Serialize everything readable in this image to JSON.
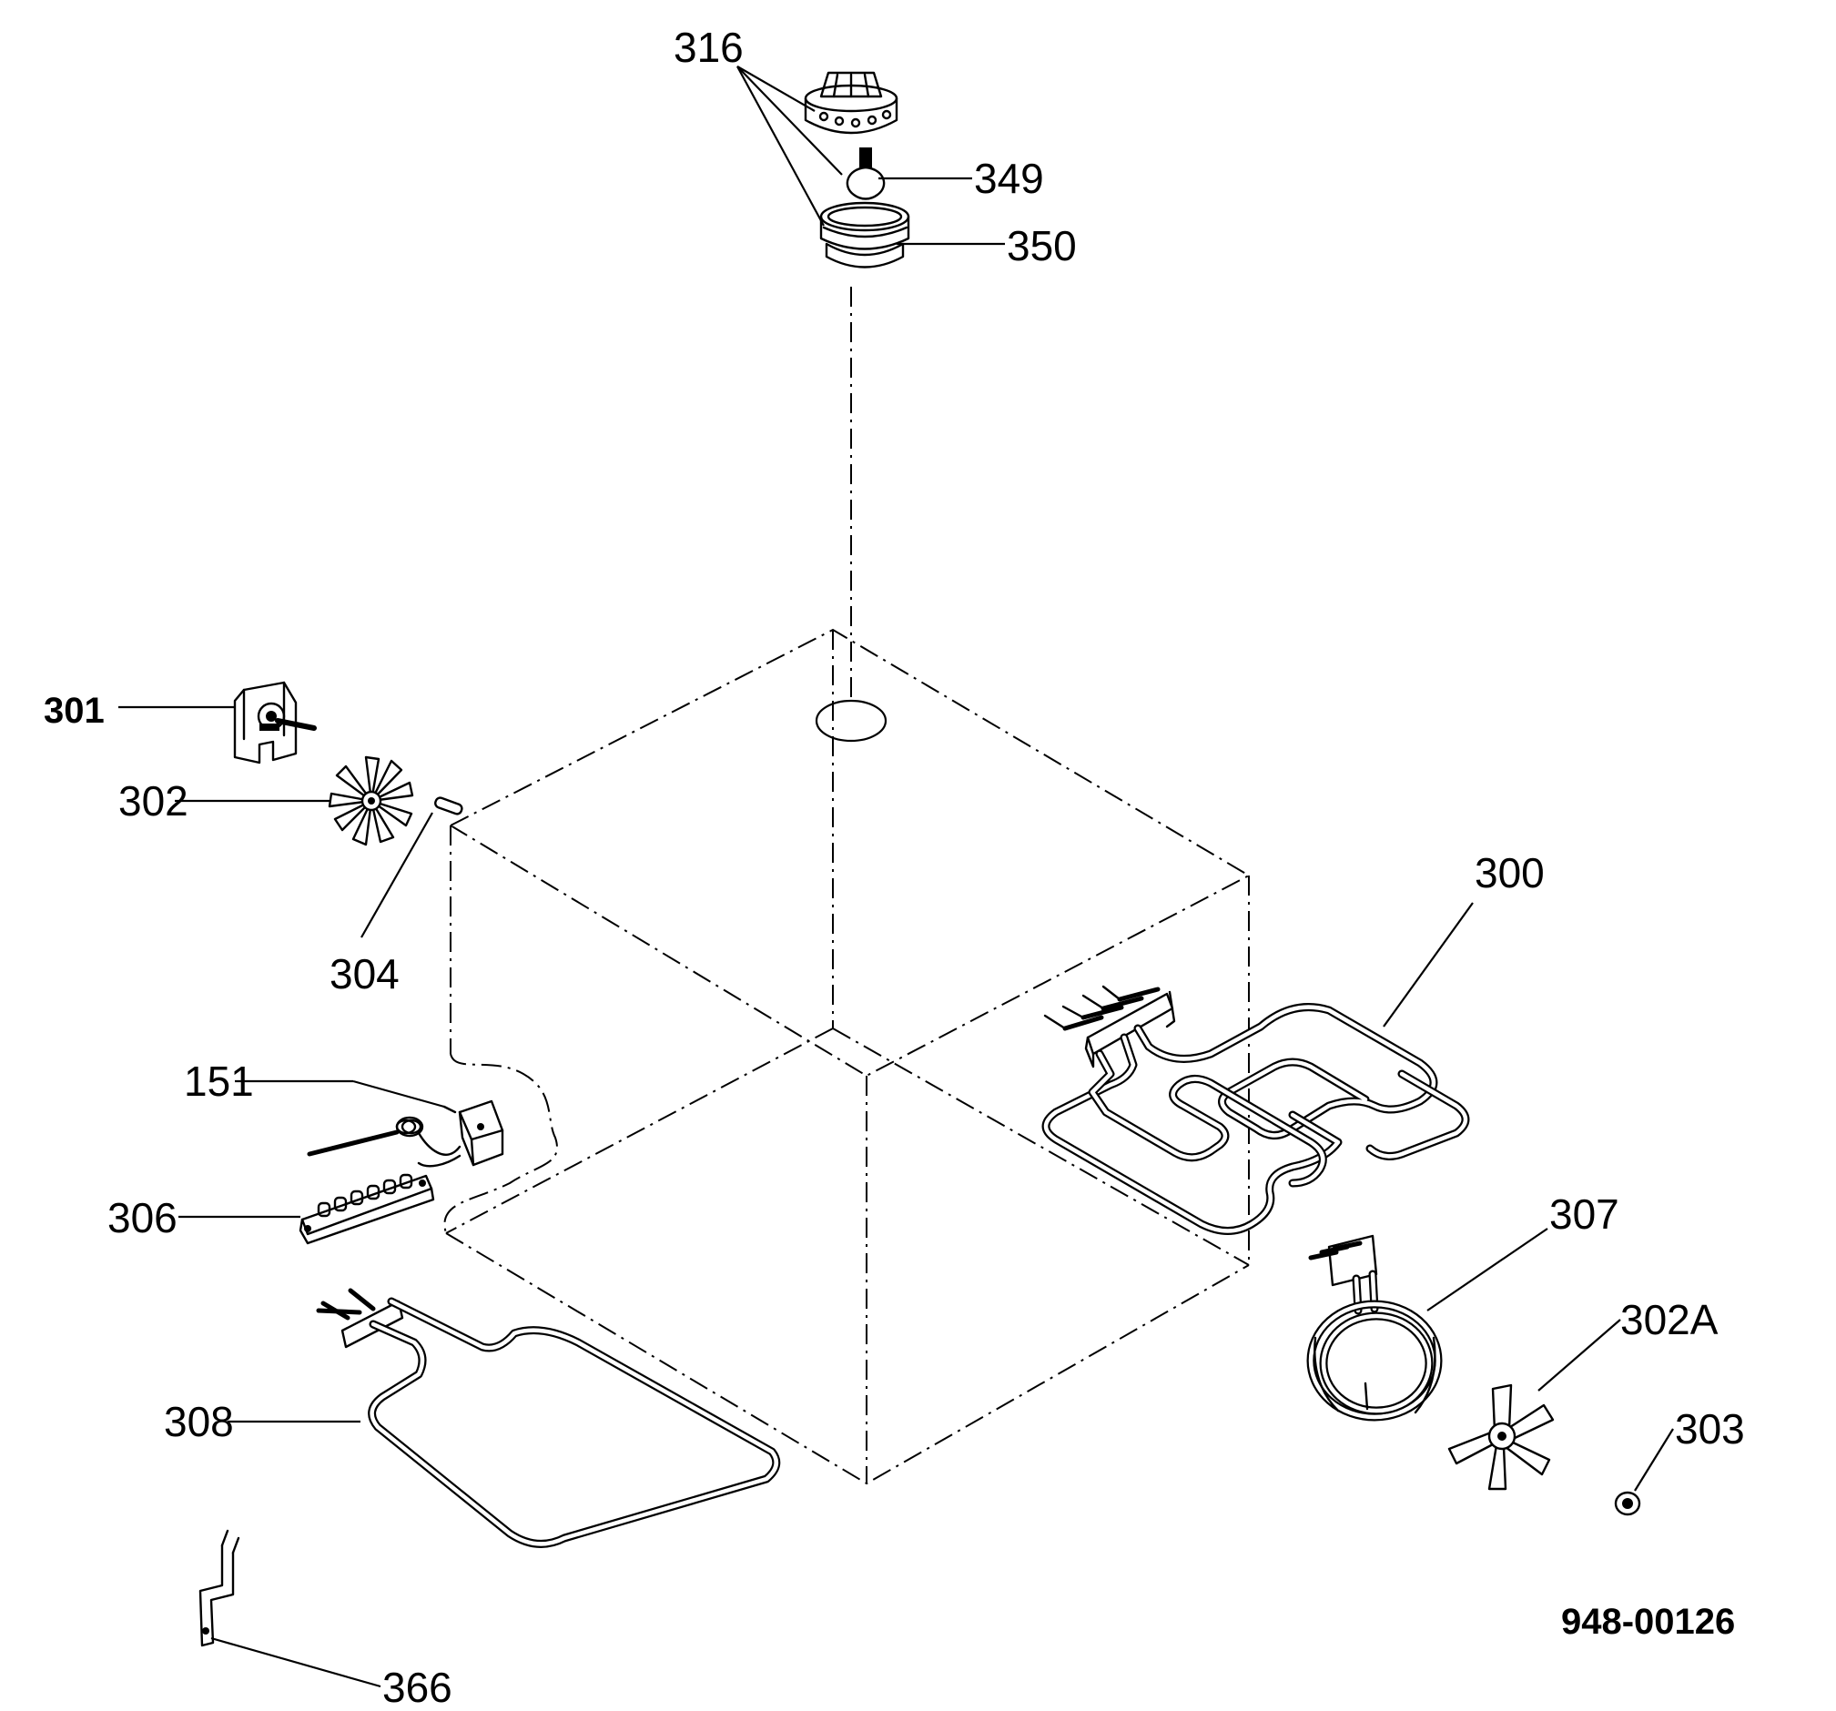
{
  "diagram": {
    "drawing_number": "948-00126",
    "labels": {
      "p316": "316",
      "p349": "349",
      "p350": "350",
      "p301": "301",
      "p302": "302",
      "p304": "304",
      "p300": "300",
      "p151": "151",
      "p306": "306",
      "p307": "307",
      "p302A": "302A",
      "p303": "303",
      "p308": "308",
      "p366": "366"
    }
  }
}
